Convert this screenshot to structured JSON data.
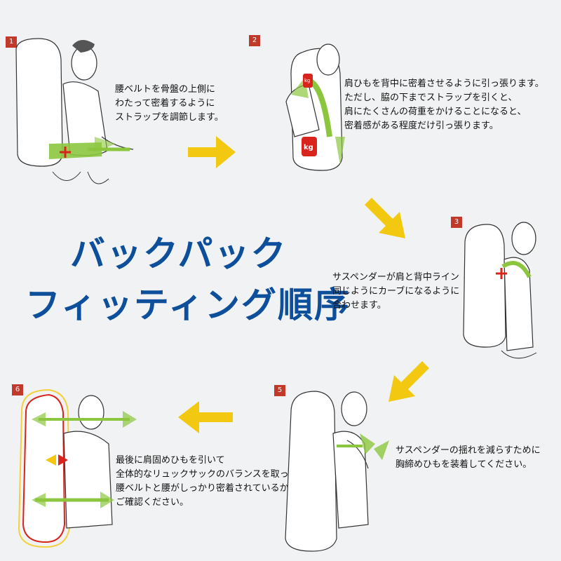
{
  "title": {
    "line1": "バックパック",
    "line2": "フィッティング順序"
  },
  "steps": [
    {
      "num": "1",
      "text": "腰ベルトを骨盤の上側に\nわたって密着するように\nストラップを調節します。"
    },
    {
      "num": "2",
      "text": "肩ひもを背中に密着させるように引っ張ります。\nただし、脇の下までストラップを引くと、\n肩にたくさんの荷重をかけることになると、\n密着感がある程度だけ引っ張ります。",
      "badge": "kg"
    },
    {
      "num": "3",
      "text": "サスペンダーが肩と背中ライン と\n同じようにカーブになるように\n合わせます。"
    },
    {
      "num": "5",
      "text": "サスペンダーの揺れを減らすために\n胸締めひもを装着してください。"
    },
    {
      "num": "6",
      "text": "最後に肩固めひもを引いて\n全体的なリュックサックのバランスを取って\n腰ベルトと腰がしっかり密着されているか\nご確認ください。"
    }
  ],
  "colors": {
    "title": "#0d4f9a",
    "flow_arrow": "#f2c811",
    "number_box": "#c0392b",
    "strap_green": "#8cc63f",
    "accent_red": "#d9231d"
  }
}
